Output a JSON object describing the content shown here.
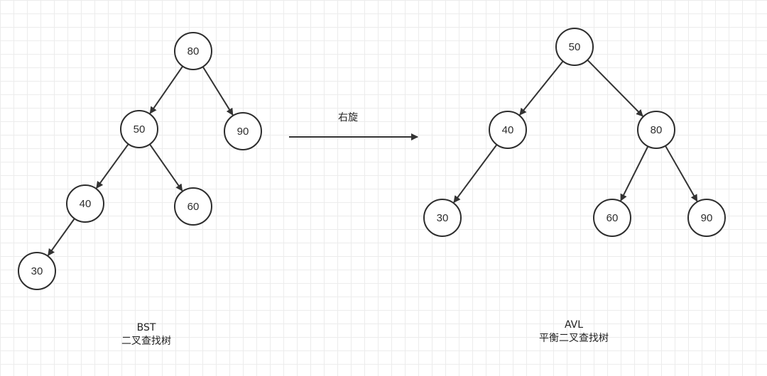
{
  "operation_label": "右旋",
  "bst": {
    "caption_line1": "BST",
    "caption_line2": "二叉查找树",
    "nodes": [
      {
        "id": "bst-80",
        "label": "80"
      },
      {
        "id": "bst-50",
        "label": "50"
      },
      {
        "id": "bst-90",
        "label": "90"
      },
      {
        "id": "bst-40",
        "label": "40"
      },
      {
        "id": "bst-60",
        "label": "60"
      },
      {
        "id": "bst-30",
        "label": "30"
      }
    ],
    "edges": [
      {
        "from": "bst-80",
        "to": "bst-50"
      },
      {
        "from": "bst-80",
        "to": "bst-90"
      },
      {
        "from": "bst-50",
        "to": "bst-40"
      },
      {
        "from": "bst-50",
        "to": "bst-60"
      },
      {
        "from": "bst-40",
        "to": "bst-30"
      }
    ]
  },
  "avl": {
    "caption_line1": "AVL",
    "caption_line2": "平衡二叉查找树",
    "nodes": [
      {
        "id": "avl-50",
        "label": "50"
      },
      {
        "id": "avl-40",
        "label": "40"
      },
      {
        "id": "avl-80",
        "label": "80"
      },
      {
        "id": "avl-30",
        "label": "30"
      },
      {
        "id": "avl-60",
        "label": "60"
      },
      {
        "id": "avl-90",
        "label": "90"
      }
    ],
    "edges": [
      {
        "from": "avl-50",
        "to": "avl-40"
      },
      {
        "from": "avl-50",
        "to": "avl-80"
      },
      {
        "from": "avl-40",
        "to": "avl-30"
      },
      {
        "from": "avl-80",
        "to": "avl-60"
      },
      {
        "from": "avl-80",
        "to": "avl-90"
      }
    ]
  },
  "colors": {
    "stroke": "#2d2d2d",
    "grid": "#ececec",
    "background": "#ffffff"
  }
}
